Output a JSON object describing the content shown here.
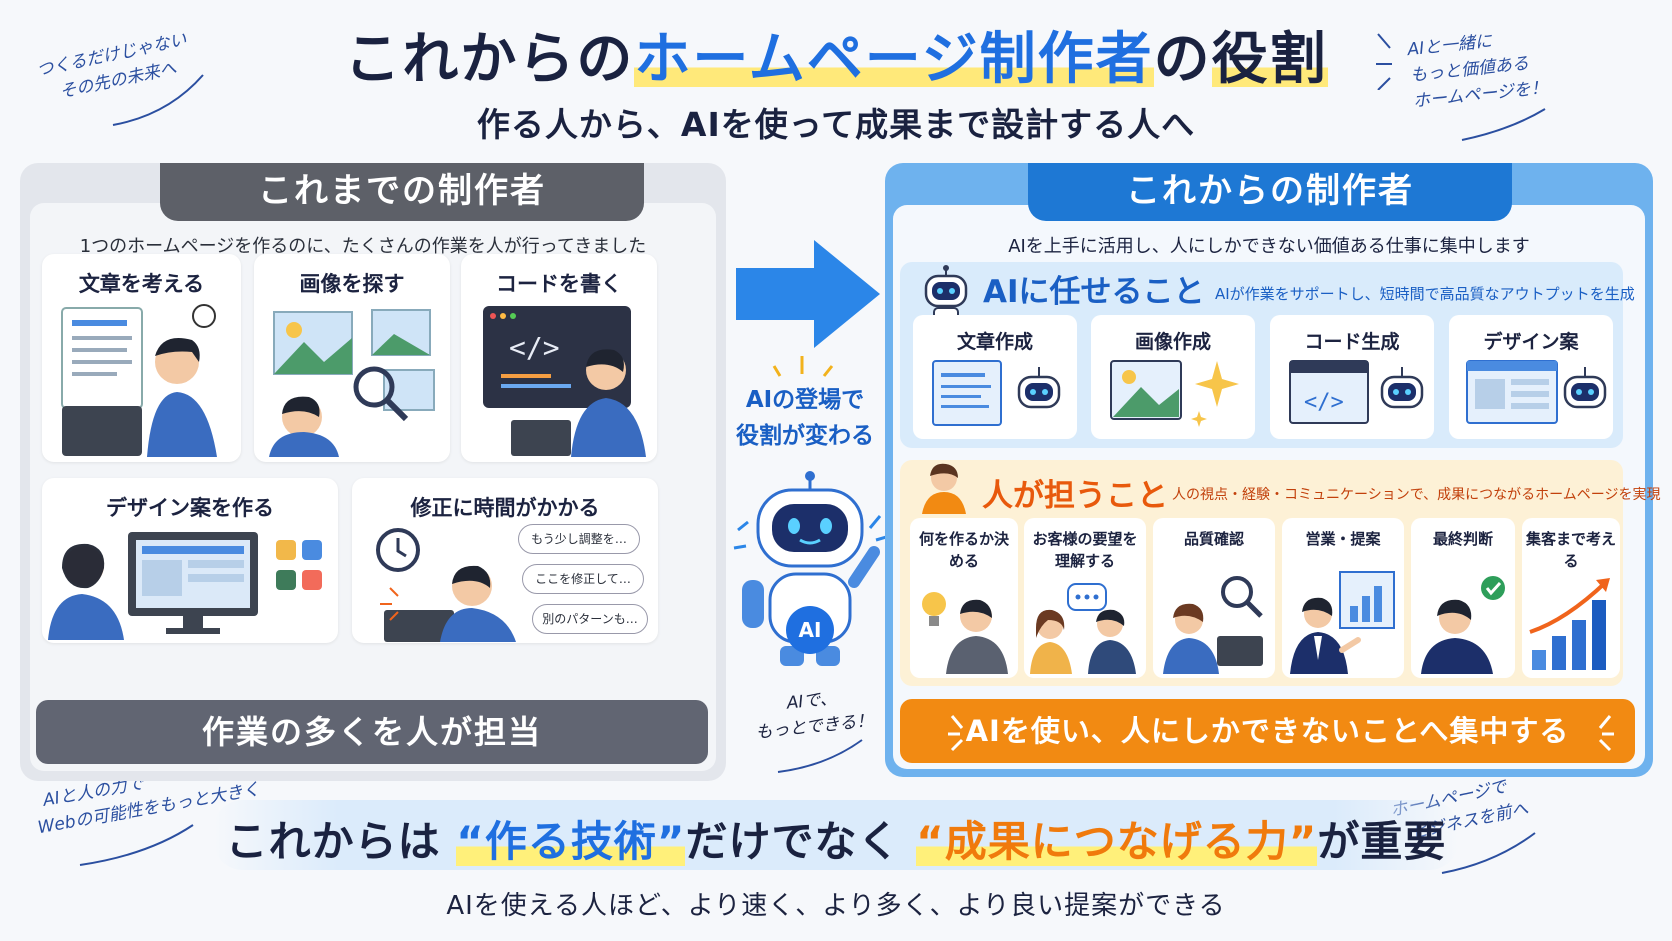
{
  "header": {
    "title_pre": "これからの",
    "title_hl": "ホームページ制作者",
    "title_mid": "の",
    "title_end": "役割",
    "subtitle": "作る人から、AIを使って成果まで設計する人へ"
  },
  "notes": {
    "top_left": [
      "つくるだけじゃない",
      "その先の未来へ"
    ],
    "top_right": [
      "AIと一緒に",
      "もっと価値ある",
      "ホームページを！"
    ],
    "bottom_left": [
      "AIと人の力で",
      "Webの可能性をもっと大きく"
    ],
    "bottom_right": [
      "ホームページで",
      "ビジネスを前へ"
    ],
    "middle": [
      "AIで、",
      "もっとできる！"
    ]
  },
  "left_panel": {
    "title": "これまでの制作者",
    "description": "1つのホームページを作るのに、たくさんの作業を人が行ってきました",
    "tasks": [
      "文章を考える",
      "画像を探す",
      "コードを書く",
      "デザイン案を作る",
      "修正に時間がかかる"
    ],
    "bubbles": [
      "もう少し調整を…",
      "ここを修正して…",
      "別のパターンも…"
    ],
    "footer": "作業の多くを人が担当"
  },
  "middle": {
    "caption": [
      "AIの登場で",
      "役割が変わる"
    ],
    "robot_badge": "AI"
  },
  "right_panel": {
    "title": "これからの制作者",
    "description": "AIを上手に活用し、人にしかできない価値ある仕事に集中します",
    "ai_section": {
      "title": "AIに任せること",
      "subtitle": "AIが作業をサポートし、短時間で高品質なアウトプットを生成",
      "items": [
        "文章作成",
        "画像作成",
        "コード生成",
        "デザイン案"
      ]
    },
    "human_section": {
      "title": "人が担うこと",
      "subtitle": "人の視点・経験・コミュニケーションで、成果につながるホームページを実現",
      "items": [
        "何を作るか決める",
        "お客様の要望を理解する",
        "品質確認",
        "営業・提案",
        "最終判断",
        "集客まで考える"
      ]
    },
    "footer": "AIを使い、人にしかできないことへ集中する"
  },
  "bottom": {
    "t1": "これからは",
    "t2": "“作る技術”",
    "t3": "だけでなく",
    "t4": "“成果につなげる力”",
    "t5": "が重要",
    "sub": "AIを使える人ほど、より速く、より多く、より良い提案ができる"
  },
  "colors": {
    "blue": "#1f6fe0",
    "orange": "#f28a12",
    "gray": "#5d6068",
    "yellow": "#ffe97a"
  }
}
